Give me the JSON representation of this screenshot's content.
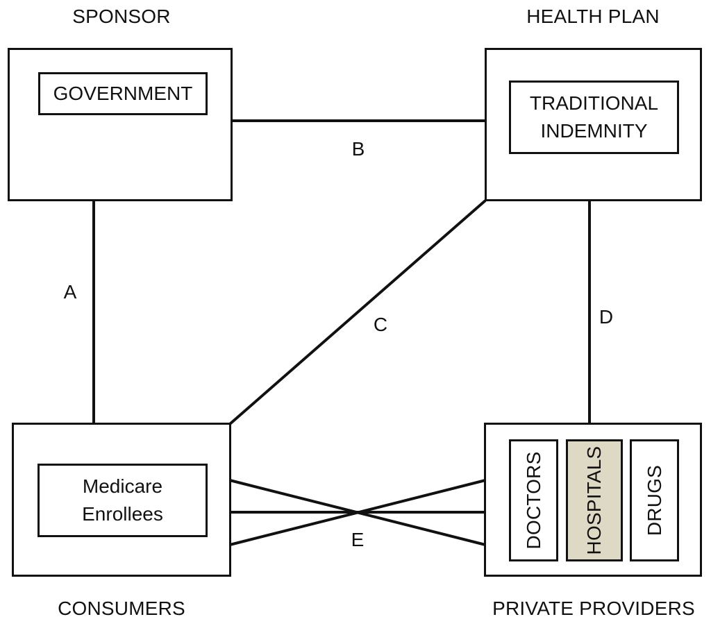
{
  "corners": {
    "sponsor": "SPONSOR",
    "health_plan": "HEALTH PLAN",
    "consumers": "CONSUMERS",
    "private_providers": "PRIVATE PROVIDERS"
  },
  "boxes": {
    "government": "GOVERNMENT",
    "traditional_line1": "TRADITIONAL",
    "traditional_line2": "INDEMNITY",
    "medicare_line1": "Medicare",
    "medicare_line2": "Enrollees",
    "doctors": "DOCTORS",
    "hospitals": "HOSPITALS",
    "drugs": "DRUGS"
  },
  "edges": {
    "a": "A",
    "b": "B",
    "c": "C",
    "d": "D",
    "e": "E"
  },
  "colors": {
    "line": "#111111",
    "highlight": "#ddd9c4"
  }
}
